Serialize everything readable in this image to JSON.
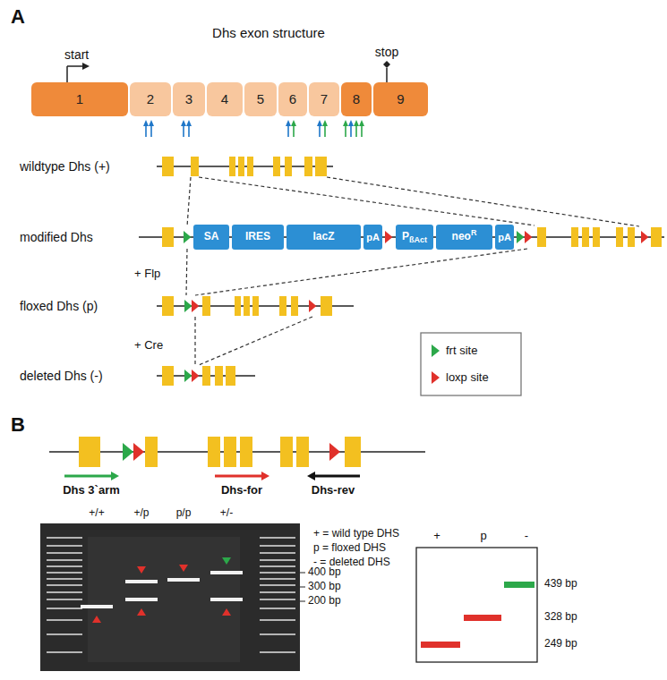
{
  "diagram": {
    "nodes": [
      {
        "text": [
          "1"
        ]
      },
      {
        "text": [
          "2"
        ]
      },
      {
        "text": [
          "3"
        ]
      },
      {
        "text": [
          "4"
        ]
      },
      {
        "text": [
          "5"
        ]
      },
      {
        "text": [
          "6"
        ]
      },
      {
        "text": [
          "7"
        ]
      },
      {
        "text": [
          "8"
        ]
      },
      {
        "text": [
          "9"
        ]
      },
      {
        "text": [
          "SA"
        ]
      },
      {
        "text": [
          "IRES"
        ]
      },
      {
        "text": [
          "lacZ"
        ]
      },
      {
        "text": [
          "pA"
        ]
      },
      {
        "text": [
          "P",
          "ßAct"
        ]
      },
      {
        "text": [
          "neo",
          "R"
        ]
      },
      {
        "text": [
          "pA"
        ]
      }
    ],
    "labels": [
      "A",
      "Dhs exon structure",
      "start",
      "stop",
      "wildtype Dhs (+)",
      "modified Dhs",
      "+ Flp",
      "floxed Dhs (p)",
      "+ Cre",
      "deleted Dhs (-)",
      "B",
      "Dhs 3`arm",
      "Dhs-for",
      "Dhs-rev",
      "+/+",
      "+/p",
      "p/p",
      "+/-",
      "400 bp",
      "300 bp",
      "200 bp",
      "+ = wild type DHS",
      "p = floxed DHS",
      "- = deleted DHS",
      "+",
      "p",
      "-",
      "439 bp",
      "328 bp",
      "249 bp"
    ],
    "legend": [
      {
        "text": "frt site",
        "color": "#2ca84a"
      },
      {
        "text": "loxp site",
        "color": "#e0312b"
      }
    ]
  }
}
